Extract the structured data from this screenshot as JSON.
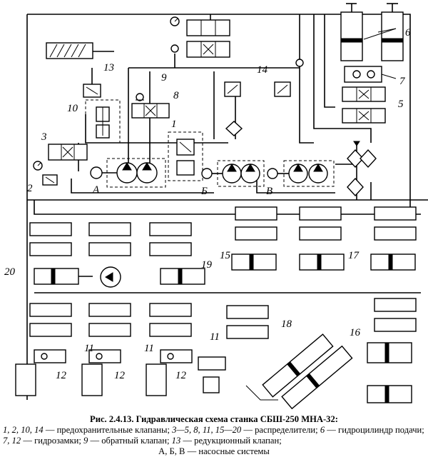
{
  "figure": {
    "number": "Рис. 2.4.13.",
    "title": "Гидравлическая схема станка СБШ-250 МНА-32:",
    "legend": [
      {
        "keys": "1, 2, 10, 14",
        "text": "— предохранительные клапаны;"
      },
      {
        "keys": "3—5, 8, 11, 15—20",
        "text": "— распределители;"
      },
      {
        "keys": "6",
        "text": "— гидроцилиндр подачи;"
      },
      {
        "keys": "7, 12",
        "text": "— гидрозамки;"
      },
      {
        "keys": "9",
        "text": "— обратный клапан;"
      },
      {
        "keys": "13",
        "text": "— редукционный клапан;"
      },
      {
        "keys": "А, Б, В",
        "text": "— насосные системы"
      }
    ]
  },
  "labels": {
    "l1": "1",
    "l2": "2",
    "l3": "3",
    "l5": "5",
    "l6": "6",
    "l7": "7",
    "l8": "8",
    "l9": "9",
    "l10": "10",
    "l11a": "11",
    "l11b": "11",
    "l11c": "11",
    "l12a": "12",
    "l12b": "12",
    "l12c": "12",
    "l13": "13",
    "l14": "14",
    "l15": "15",
    "l16": "16",
    "l17": "17",
    "l18": "18",
    "l19": "19",
    "l20": "20",
    "pumpA": "А",
    "pumpB": "Б",
    "pumpV": "В"
  }
}
